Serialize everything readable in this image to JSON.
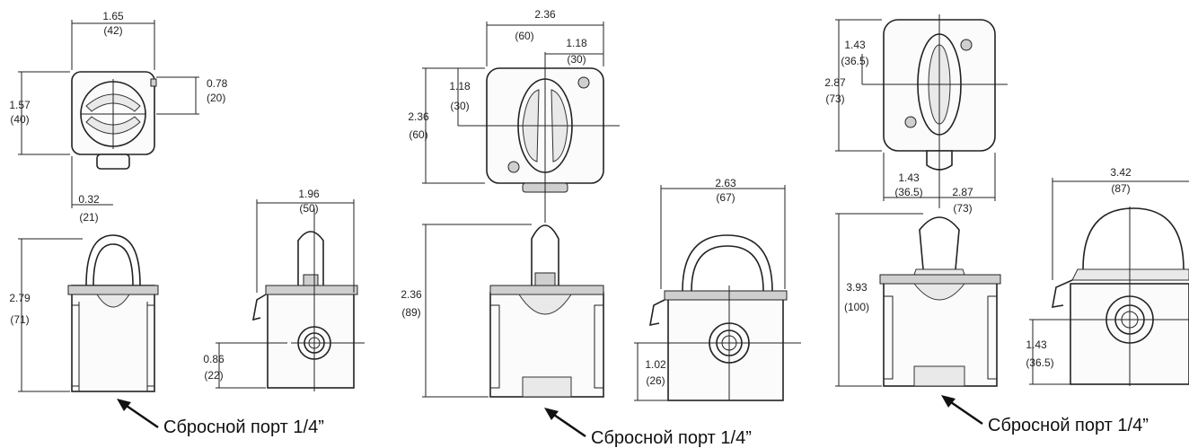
{
  "views": {
    "small": {
      "top_width": "1.65",
      "top_width_mm": "(42)",
      "top_height": "1.57",
      "top_height_mm": "(40)",
      "top_half_height": "0.78",
      "top_half_height_mm": "(20)",
      "top_offset": "0.32",
      "top_offset_mm": "(21)",
      "side_height": "2.79",
      "side_height_mm": "(71)",
      "side_width": "1.96",
      "side_width_mm": "(50)",
      "port_height": "0.86",
      "port_height_mm": "(22)"
    },
    "medium": {
      "top_width": "2.36",
      "top_width_mm": "(60)",
      "top_half_width": "1.18",
      "top_half_width_mm": "(30)",
      "top_half_height": "1.18",
      "top_half_height_mm": "(30)",
      "top_height": "2.36",
      "top_height_mm": "(60)",
      "front_height": "2.36",
      "front_height_mm": "(89)",
      "side_width": "2.63",
      "side_width_mm": "(67)",
      "port_height": "1.02",
      "port_height_mm": "(26)"
    },
    "large": {
      "top_half_height": "1.43",
      "top_half_height_mm": "(36.5)",
      "top_height": "2.87",
      "top_height_mm": "(73)",
      "top_half_width": "1.43",
      "top_half_width_mm": "(36.5)",
      "top_width": "2.87",
      "top_width_mm": "(73)",
      "front_height": "3.93",
      "front_height_mm": "(100)",
      "side_width": "3.42",
      "side_width_mm": "(87)",
      "port_height": "1.43",
      "port_height_mm": "(36.5)"
    }
  },
  "callouts": {
    "small": "Сбросной порт 1/4”",
    "medium": "Сбросной порт 1/4”",
    "large": "Сбросной порт 1/4”"
  }
}
